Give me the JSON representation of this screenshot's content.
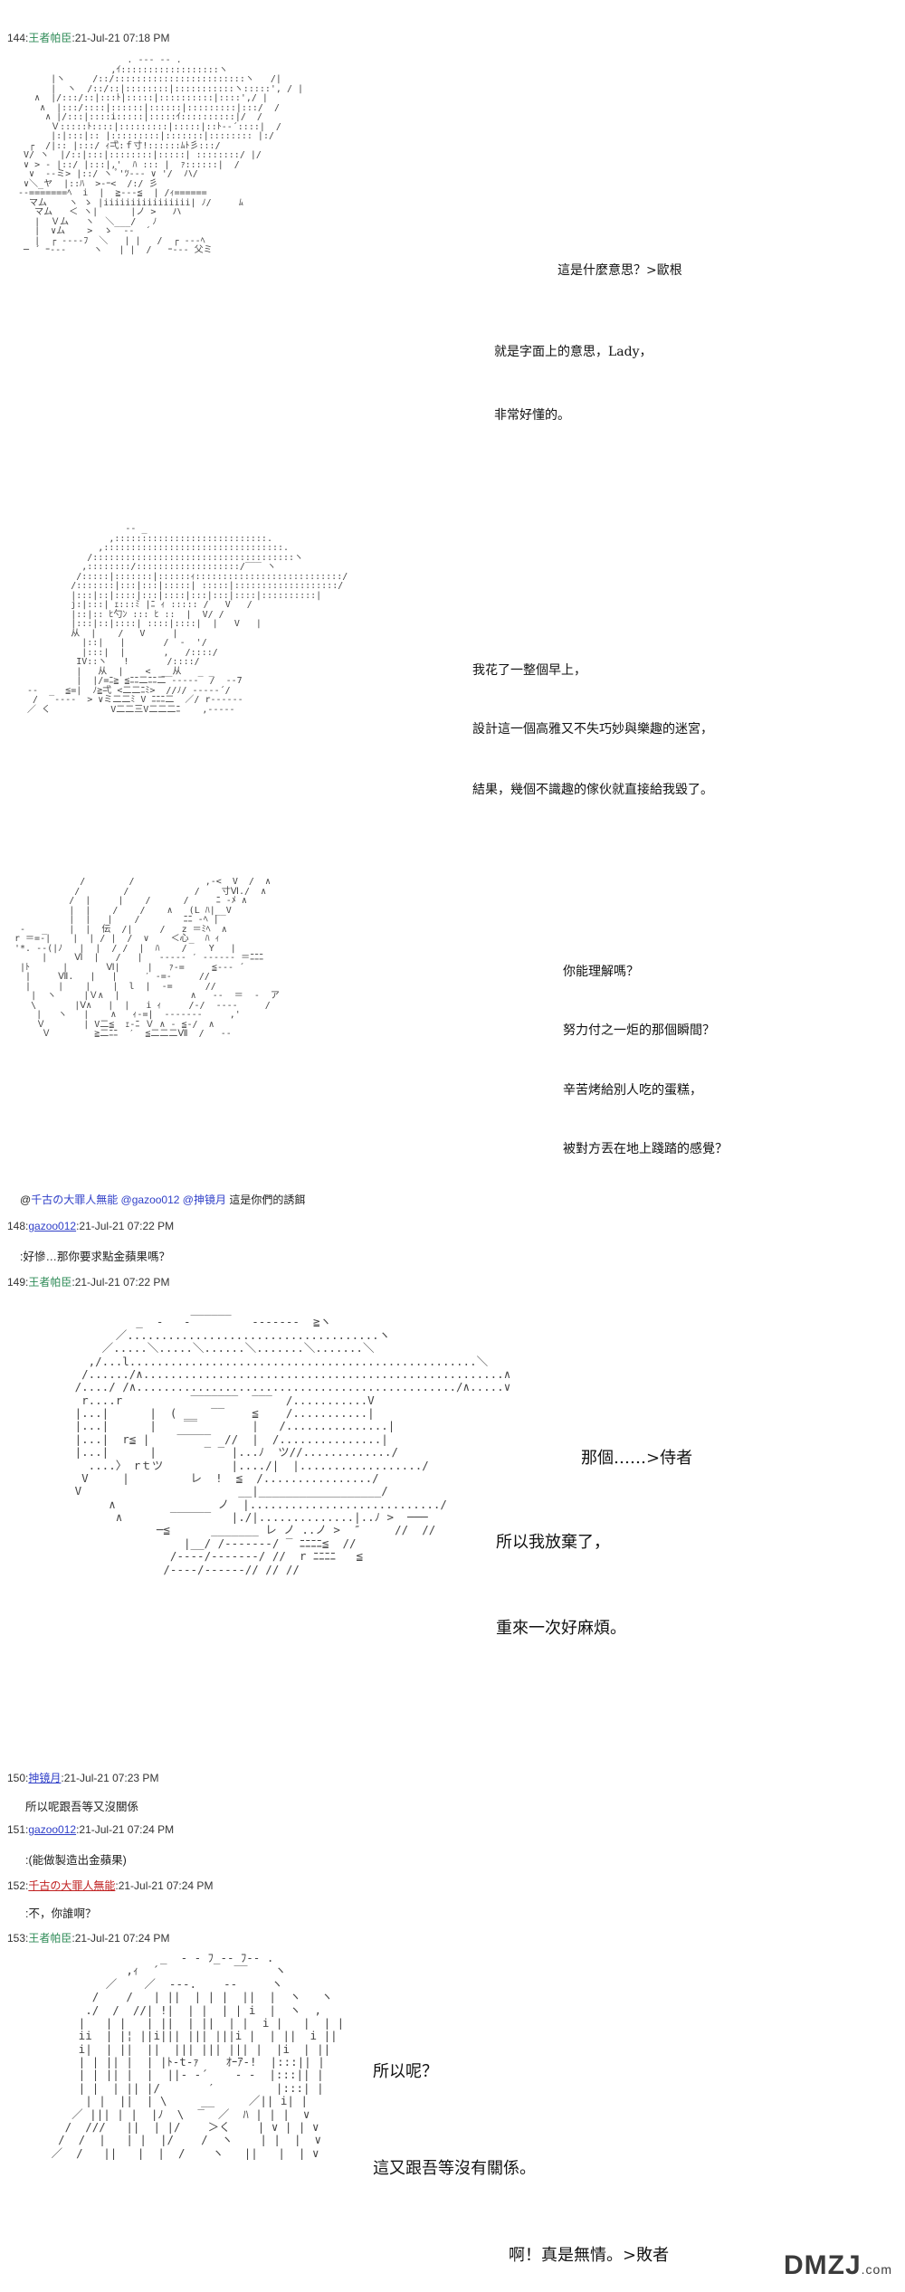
{
  "posts": [
    {
      "num": "144:",
      "name": "王者帕臣",
      "date": ":21-Jul-21 07:18 PM"
    },
    {
      "num": "148:",
      "name": "gazoo012",
      "date": ":21-Jul-21 07:22 PM"
    },
    {
      "num": "149:",
      "name": "王者帕臣",
      "date": ":21-Jul-21 07:22 PM"
    },
    {
      "num": "150:",
      "name": "抻镜月",
      "date": ":21-Jul-21 07:23 PM"
    },
    {
      "num": "151:",
      "name": "gazoo012",
      "date": ":21-Jul-21 07:24 PM"
    },
    {
      "num": "152:",
      "name": "千古の大罪人無能",
      "date": ":21-Jul-21 07:24 PM"
    },
    {
      "num": "153:",
      "name": "王者帕臣",
      "date": ":21-Jul-21 07:24 PM"
    }
  ],
  "mentions": {
    "prefix": "@",
    "m1": "千古の大罪人無能",
    "m2": "@gazoo012",
    "m3": "@抻镜月",
    "text": " 這是你們的誘餌"
  },
  "replies": {
    "r148": ":好慘…那你要求點金蘋果嗎？",
    "r150": "所以呢跟吾等又沒關係",
    "r151": ":(能做製造出金蘋果)",
    "r152": ":不，你誰啊？"
  },
  "dialog": {
    "p144a": [
      "這是什麼意思？>歐根",
      "就是字面上的意思，Lady，",
      "非常好懂的。"
    ],
    "p144b": [
      "我花了一整個早上，",
      "設計這一個高雅又不失巧妙與樂趣的迷宮，",
      "結果，幾個不識趣的傢伙就直接給我毀了。"
    ],
    "p144c": [
      "你能理解嗎？",
      "努力付之一炬的那個瞬間？",
      "辛苦烤給別人吃的蛋糕，",
      "被對方丟在地上踐踏的感覺？"
    ],
    "p149": [
      "那個……>侍者",
      "所以我放棄了，",
      "重來一次好麻煩。"
    ],
    "p153": [
      "所以呢？",
      "這又跟吾等沒有關係。",
      "啊！真是無情。>敗者"
    ]
  },
  "watermark": {
    "brand": "DMZJ",
    "suffix": ".com"
  }
}
